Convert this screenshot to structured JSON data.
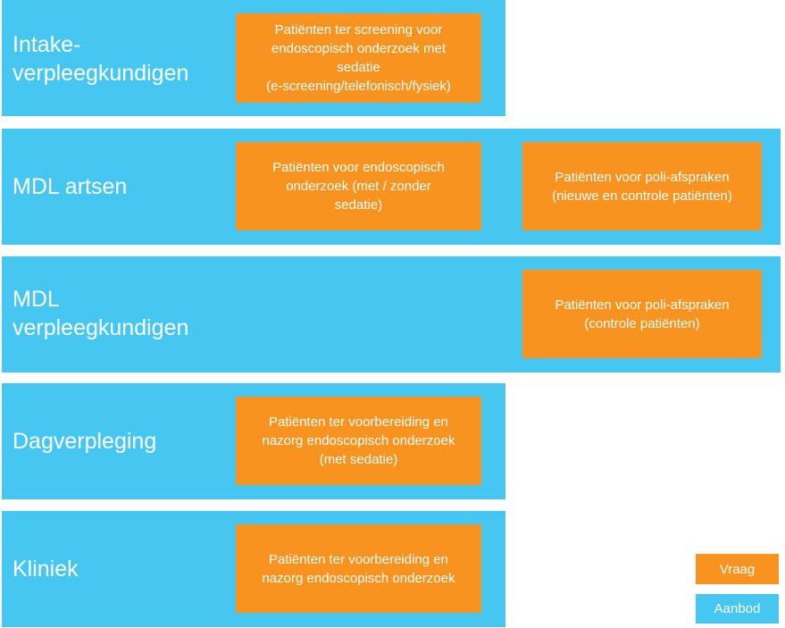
{
  "colors": {
    "aanbod": "#45c7f2",
    "vraag": "#f7931e",
    "text": "#ffffff"
  },
  "rows": [
    {
      "label": "Intake-\nverpleegkundigen",
      "boxes": [
        "Patiënten ter screening voor\nendoscopisch onderzoek met\nsedatie\n(e-screening/telefonisch/fysiek)"
      ]
    },
    {
      "label": "MDL artsen",
      "boxes": [
        "Patiënten voor endoscopisch\nonderzoek (met / zonder\nsedatie)",
        "Patiënten voor poli-afspraken\n(nieuwe en controle patiënten)"
      ]
    },
    {
      "label": "MDL\nverpleegkundigen",
      "boxes": [
        "Patiënten voor poli-afspraken\n(controle patiënten)"
      ]
    },
    {
      "label": "Dagverpleging",
      "boxes": [
        "Patiënten ter voorbereiding en\nnazorg endoscopisch onderzoek\n(met sedatie)"
      ]
    },
    {
      "label": "Kliniek",
      "boxes": [
        "Patiënten ter voorbereiding en\nnazorg endoscopisch onderzoek"
      ]
    }
  ],
  "legend": {
    "vraag": "Vraag",
    "aanbod": "Aanbod"
  }
}
